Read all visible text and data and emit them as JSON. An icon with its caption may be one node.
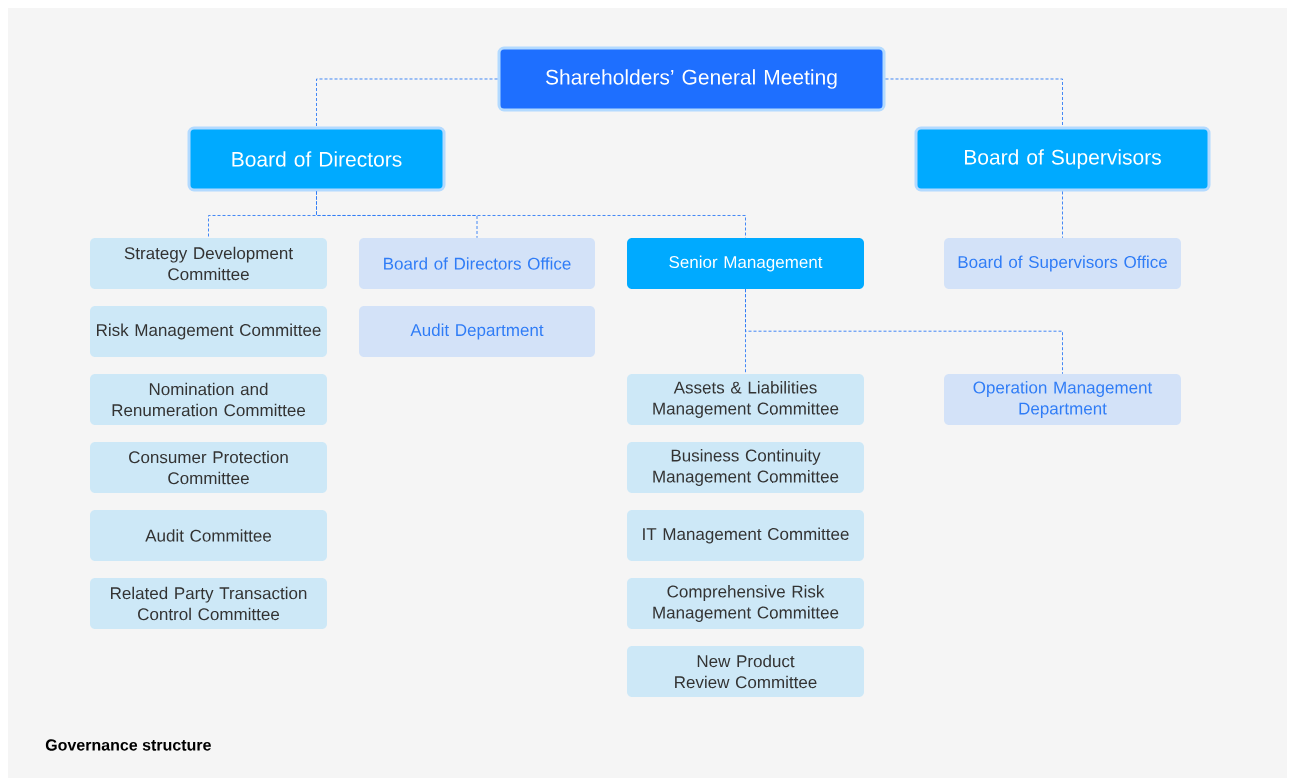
{
  "diagram": {
    "caption": "Governance structure",
    "nodes": [
      {
        "text": [
          "Shareholders’ General Meeting"
        ]
      },
      {
        "text": [
          "Board of Directors"
        ]
      },
      {
        "text": [
          "Board of Supervisors"
        ]
      },
      {
        "text": [
          "Strategy Development Committee"
        ]
      },
      {
        "text": [
          "Risk Management Committee"
        ]
      },
      {
        "text": [
          "Nomination and Renumeration Committee"
        ]
      },
      {
        "text": [
          "Consumer Protection Committee"
        ]
      },
      {
        "text": [
          "Audit Committee"
        ]
      },
      {
        "text": [
          "Related Party Transaction Control Committee"
        ]
      },
      {
        "text": [
          "Board of Directors Office"
        ]
      },
      {
        "text": [
          "Audit Department"
        ]
      },
      {
        "text": [
          "Senior Management"
        ]
      },
      {
        "text": [
          "Board of Supervisors Office"
        ]
      },
      {
        "text": [
          "Assets & Liabilities Management Committee"
        ]
      },
      {
        "text": [
          "Business Continuity Management Committee"
        ]
      },
      {
        "text": [
          "IT Management Committee"
        ]
      },
      {
        "text": [
          "Comprehensive Risk Management Committee"
        ]
      },
      {
        "text": [
          "New Product Review Committee"
        ]
      },
      {
        "text": [
          "Operation Management Department"
        ]
      }
    ],
    "edges": [
      {
        "from": 0,
        "to": 1,
        "arrow": "none"
      },
      {
        "from": 0,
        "to": 2,
        "arrow": "none"
      },
      {
        "from": 1,
        "to": 3,
        "arrow": "none"
      },
      {
        "from": 1,
        "to": 9,
        "arrow": "none"
      },
      {
        "from": 1,
        "to": 11,
        "arrow": "none"
      },
      {
        "from": 2,
        "to": 12,
        "arrow": "none"
      },
      {
        "from": 11,
        "to": 13,
        "arrow": "none"
      },
      {
        "from": 11,
        "to": 18,
        "arrow": "none"
      }
    ]
  }
}
